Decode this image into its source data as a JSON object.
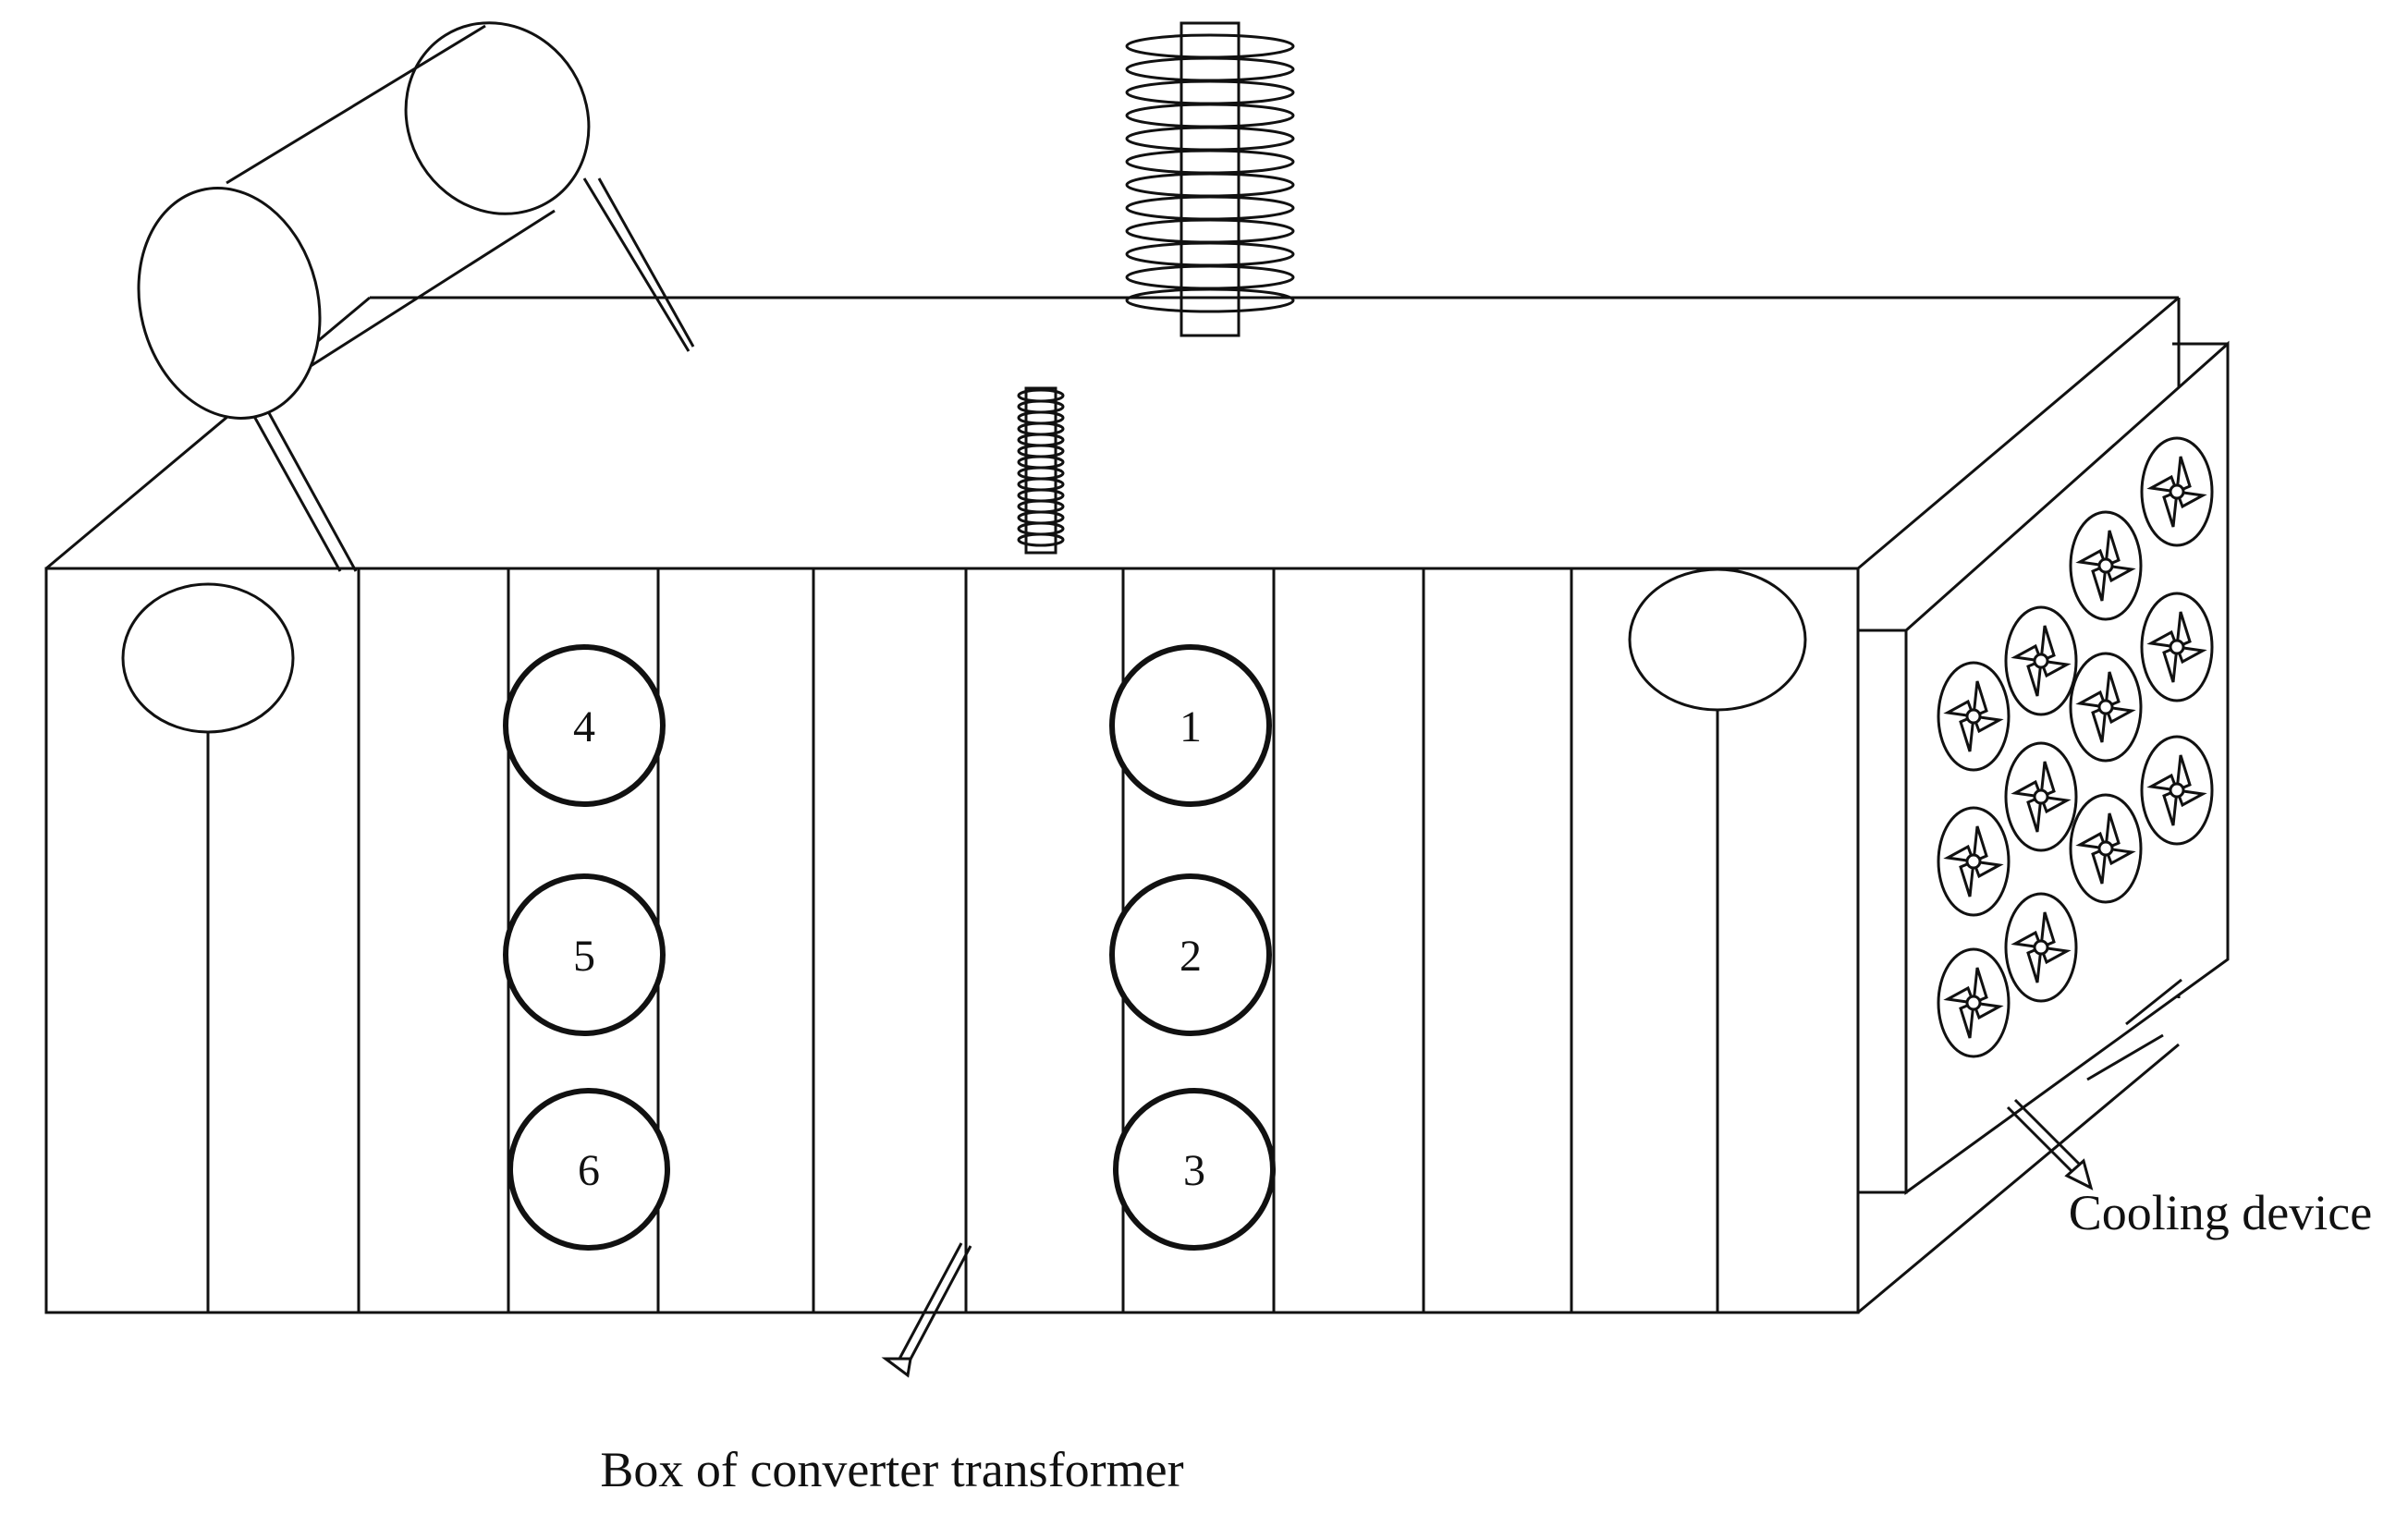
{
  "labels": {
    "box": "Box of converter transformer",
    "cooling": "Cooling device"
  },
  "sensors": [
    "1",
    "2",
    "3",
    "4",
    "5",
    "6"
  ]
}
